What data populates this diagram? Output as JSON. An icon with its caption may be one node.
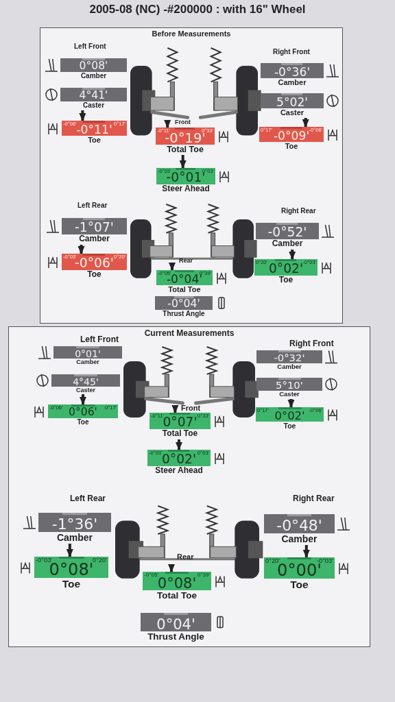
{
  "diagram": {
    "title": "2005-08 (NC) -#200000 : with 16\" Wheel",
    "nodes": [
      {
        "text": [
          "Before Measurements"
        ]
      },
      {
        "text": [
          "0°08'"
        ],
        "beside": [
          "Camber"
        ],
        "in": 0
      },
      {
        "text": [
          "4°41'"
        ],
        "beside": [
          "Caster"
        ],
        "in": 0
      },
      {
        "text": [
          "-0°06'",
          "0°17'",
          "-0°11'"
        ],
        "beside": [
          "Toe"
        ],
        "in": 0
      },
      {
        "text": [
          "-0°36'"
        ],
        "beside": [
          "Camber"
        ],
        "in": 0
      },
      {
        "text": [
          "5°02'"
        ],
        "beside": [
          "Caster"
        ],
        "in": 0
      },
      {
        "text": [
          "0°17'",
          "-0°06'",
          "-0°09'"
        ],
        "beside": [
          "Toe"
        ],
        "in": 0
      },
      {
        "text": [
          "-0°11'",
          "0°33'",
          "-0°19'"
        ],
        "beside": [
          "Total Toe"
        ],
        "in": 0
      },
      {
        "text": [
          "-0°03'",
          "0°03'",
          "-0°01'"
        ],
        "beside": [
          "Steer Ahead"
        ],
        "in": 0
      },
      {
        "text": [
          "-1°07'"
        ],
        "beside": [
          "Camber"
        ],
        "in": 0
      },
      {
        "text": [
          "-0°03'",
          "0°20'",
          "-0°06'"
        ],
        "beside": [
          "Toe"
        ],
        "in": 0
      },
      {
        "text": [
          "-0°52'"
        ],
        "beside": [
          "Camber"
        ],
        "in": 0
      },
      {
        "text": [
          "0°20'",
          "-0°03'",
          "0°02'"
        ],
        "beside": [
          "Toe"
        ],
        "in": 0
      },
      {
        "text": [
          "-0°05'",
          "0°39'",
          "-0°04'"
        ],
        "beside": [
          "Total Toe"
        ],
        "in": 0
      },
      {
        "text": [
          "-0°04'"
        ],
        "beside": [
          "Thrust Angle"
        ],
        "in": 0
      },
      {
        "text": [
          "Current Measurements"
        ]
      },
      {
        "text": [
          "0°01'"
        ],
        "beside": [
          "Camber"
        ],
        "in": 15
      },
      {
        "text": [
          "4°45'"
        ],
        "beside": [
          "Caster"
        ],
        "in": 15
      },
      {
        "text": [
          "-0°06'",
          "0°17'",
          "0°06'"
        ],
        "beside": [
          "Toe"
        ],
        "in": 15
      },
      {
        "text": [
          "-0°32'"
        ],
        "beside": [
          "Camber"
        ],
        "in": 15
      },
      {
        "text": [
          "5°10'"
        ],
        "beside": [
          "Caster"
        ],
        "in": 15
      },
      {
        "text": [
          "0°17'",
          "-0°06'",
          "0°02'"
        ],
        "beside": [
          "Toe"
        ],
        "in": 15
      },
      {
        "text": [
          "-0°11'",
          "0°33'",
          "0°07'"
        ],
        "beside": [
          "Total Toe"
        ],
        "in": 15
      },
      {
        "text": [
          "-0°03'",
          "0°03'",
          "0°02'"
        ],
        "beside": [
          "Steer Ahead"
        ],
        "in": 15
      },
      {
        "text": [
          "-1°36'"
        ],
        "beside": [
          "Camber"
        ],
        "in": 15
      },
      {
        "text": [
          "-0°03'",
          "0°20'",
          "0°08'"
        ],
        "beside": [
          "Toe"
        ],
        "in": 15
      },
      {
        "text": [
          "-0°48'"
        ],
        "beside": [
          "Camber"
        ],
        "in": 15
      },
      {
        "text": [
          "0°20'",
          "-0°03'",
          "0°00'"
        ],
        "beside": [
          "Toe"
        ],
        "in": 15
      },
      {
        "text": [
          "-0°05'",
          "0°39'",
          "0°08'"
        ],
        "beside": [
          "Total Toe"
        ],
        "in": 15
      },
      {
        "text": [
          "0°04'"
        ],
        "beside": [
          "Thrust Angle"
        ],
        "in": 15
      }
    ],
    "edges": [
      {
        "from": 2,
        "to": 3,
        "arrow": "to"
      },
      {
        "from": 5,
        "to": 6,
        "arrow": "to"
      },
      {
        "from": null,
        "to": 7,
        "arrow": "to"
      },
      {
        "from": 7,
        "to": 8,
        "arrow": "to"
      },
      {
        "from": 9,
        "to": 10,
        "arrow": "to"
      },
      {
        "from": 11,
        "to": 12,
        "arrow": "to"
      },
      {
        "from": null,
        "to": 13,
        "arrow": "to"
      },
      {
        "from": 17,
        "to": 18,
        "arrow": "to"
      },
      {
        "from": 20,
        "to": 21,
        "arrow": "to"
      },
      {
        "from": null,
        "to": 22,
        "arrow": "to"
      },
      {
        "from": 22,
        "to": 23,
        "arrow": "to"
      },
      {
        "from": 24,
        "to": 25,
        "arrow": "to"
      },
      {
        "from": 26,
        "to": 27,
        "arrow": "to"
      },
      {
        "from": null,
        "to": 28,
        "arrow": "to"
      }
    ],
    "labels": [
      "Left Front",
      "Right Front",
      "Front",
      "Left Rear",
      "Right Rear",
      "Rear",
      "Left Front",
      "Right Front",
      "Front",
      "Left Rear",
      "Right Rear",
      "Rear"
    ]
  }
}
